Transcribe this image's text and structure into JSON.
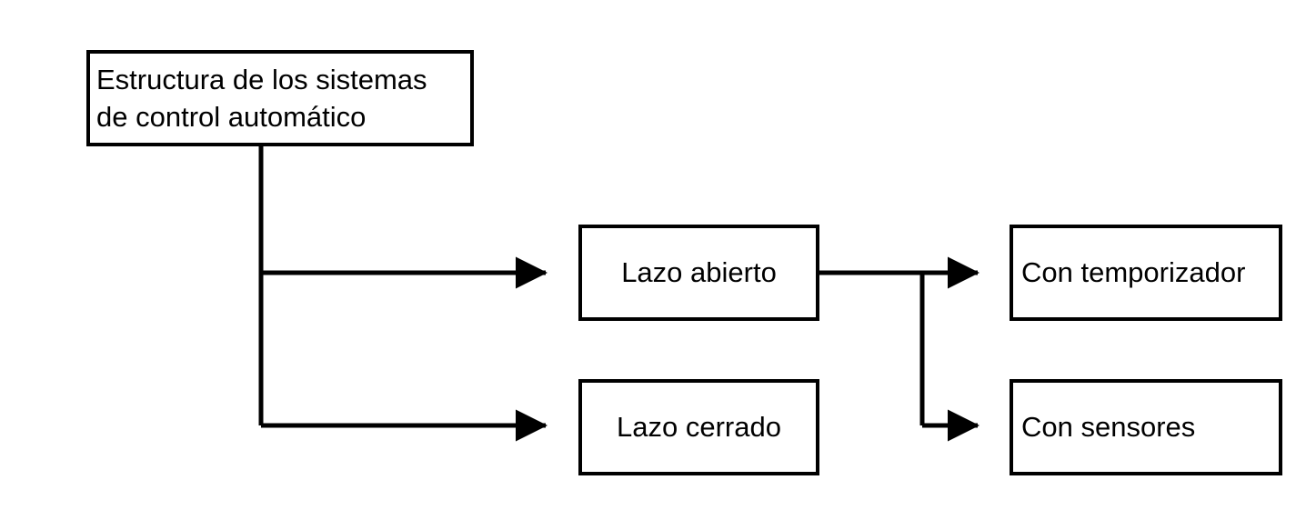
{
  "diagram": {
    "title_text": "Estructura de los sistemas de control automático",
    "background_color": "#ffffff",
    "line_color": "#000000",
    "text_color": "#000000",
    "nodes": {
      "root": {
        "label": "Estructura de los sistemas\nde control automático",
        "line1": "Estructura de los sistemas",
        "line2": "de control automático"
      },
      "open_loop": {
        "label": "Lazo abierto"
      },
      "closed_loop": {
        "label": "Lazo cerrado"
      },
      "with_timer": {
        "label": "Con temporizador"
      },
      "with_sensors": {
        "label": "Con sensores"
      }
    },
    "edges": [
      {
        "from": "root",
        "to": "open_loop",
        "style": "orthogonal-arrow"
      },
      {
        "from": "root",
        "to": "closed_loop",
        "style": "orthogonal-arrow"
      },
      {
        "from": "open_loop",
        "to": "with_timer",
        "style": "orthogonal-arrow"
      },
      {
        "from": "open_loop",
        "to": "with_sensors",
        "style": "orthogonal-arrow"
      }
    ]
  }
}
